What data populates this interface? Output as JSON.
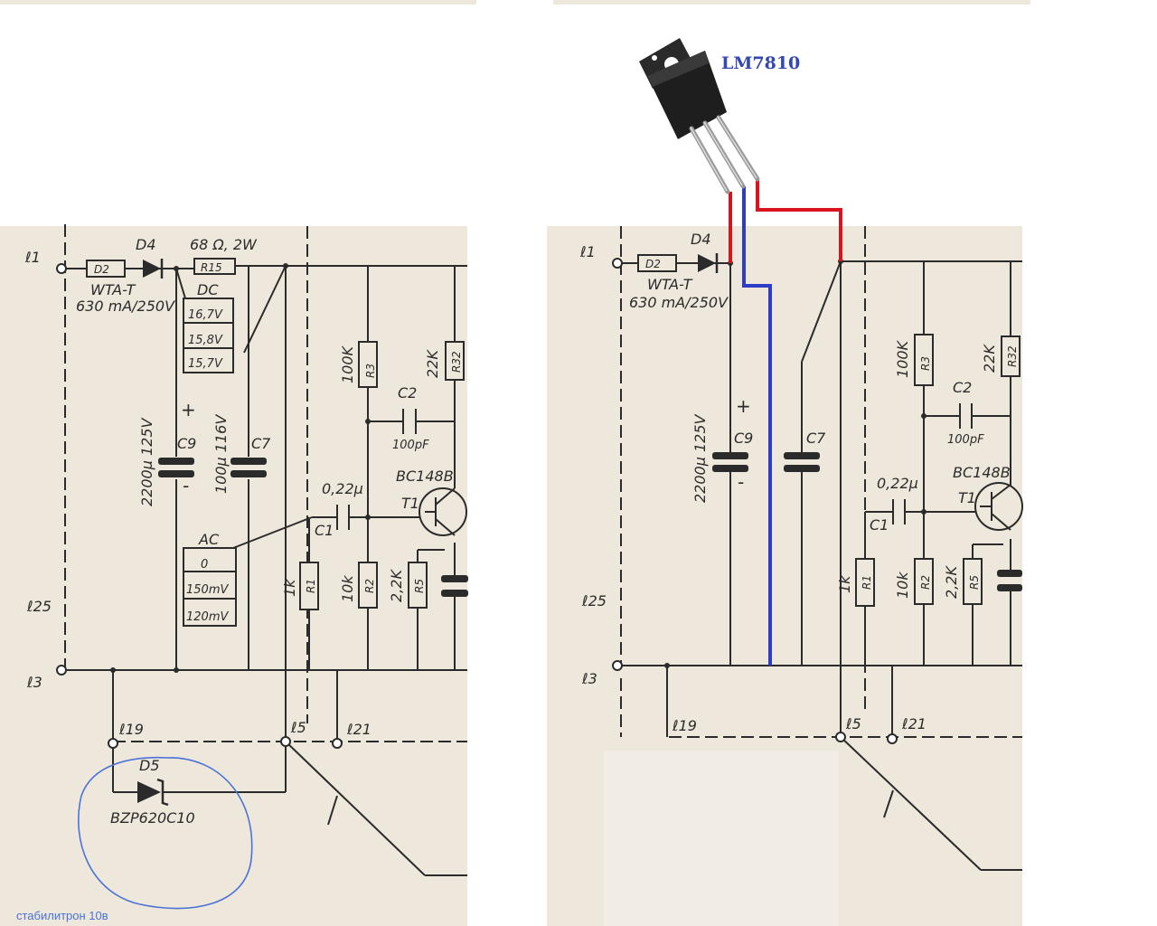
{
  "colors": {
    "paper": "#eee8dc",
    "ink": "#2b2b2b",
    "red_wire": "#d8141e",
    "blue_wire": "#2f3cc4",
    "note_blue": "#4a72d8",
    "title_blue": "#3348b0"
  },
  "regulator": {
    "label": "LM7810",
    "icon": "to220-regulator-icon"
  },
  "left": {
    "terminals": {
      "l1": "ℓ1",
      "l25": "ℓ25",
      "l3": "ℓ3",
      "l19": "ℓ19",
      "l5": "ℓ5",
      "l21": "ℓ21"
    },
    "fuse": {
      "id": "D2",
      "type": "WTA-T",
      "rating": "630 mA/250V"
    },
    "diode_d4": "D4",
    "resistor_r15": {
      "value": "68 Ω, 2W",
      "id": "R15"
    },
    "dc_box": {
      "title": "DC",
      "values": [
        "16,7V",
        "15,8V",
        "15,7V"
      ]
    },
    "cap_c9": {
      "value": "2200µ 125V",
      "id": "C9"
    },
    "cap_c7": {
      "value": "100µ 116V",
      "id": "C7"
    },
    "r3": {
      "value": "100K",
      "id": "R3"
    },
    "r32": {
      "value": "22K",
      "id": "R32"
    },
    "c2": {
      "id": "C2",
      "value": "100pF"
    },
    "c1": {
      "value": "0,22µ",
      "id": "C1"
    },
    "t1": {
      "type": "BC148B",
      "id": "T1"
    },
    "ac_box": {
      "title": "AC",
      "values": [
        "0",
        "150mV",
        "120mV"
      ]
    },
    "r1": {
      "value": "1k",
      "id": "R1"
    },
    "r2": {
      "value": "10k",
      "id": "R2"
    },
    "r5": {
      "value": "2,2K",
      "id": "R5"
    },
    "d5": {
      "id": "D5",
      "type": "BZP620C10"
    },
    "note": "стабилитрон 10в"
  },
  "right": {
    "terminals": {
      "l1": "ℓ1",
      "l25": "ℓ25",
      "l3": "ℓ3",
      "l19": "ℓ19",
      "l5": "ℓ5",
      "l21": "ℓ21"
    },
    "fuse": {
      "id": "D2",
      "type": "WTA-T",
      "rating": "630 mA/250V"
    },
    "diode_d4": "D4",
    "cap_c9": {
      "value": "2200µ 125V",
      "id": "C9"
    },
    "cap_c7": {
      "id": "C7"
    },
    "r3": {
      "value": "100K",
      "id": "R3"
    },
    "r32": {
      "value": "22K",
      "id": "R32"
    },
    "c2": {
      "id": "C2",
      "value": "100pF"
    },
    "c1": {
      "value": "0,22µ",
      "id": "C1"
    },
    "t1": {
      "type": "BC148B",
      "id": "T1"
    },
    "r1": {
      "value": "1k",
      "id": "R1"
    },
    "r2": {
      "value": "10k",
      "id": "R2"
    },
    "r5": {
      "value": "2,2K",
      "id": "R5"
    }
  }
}
